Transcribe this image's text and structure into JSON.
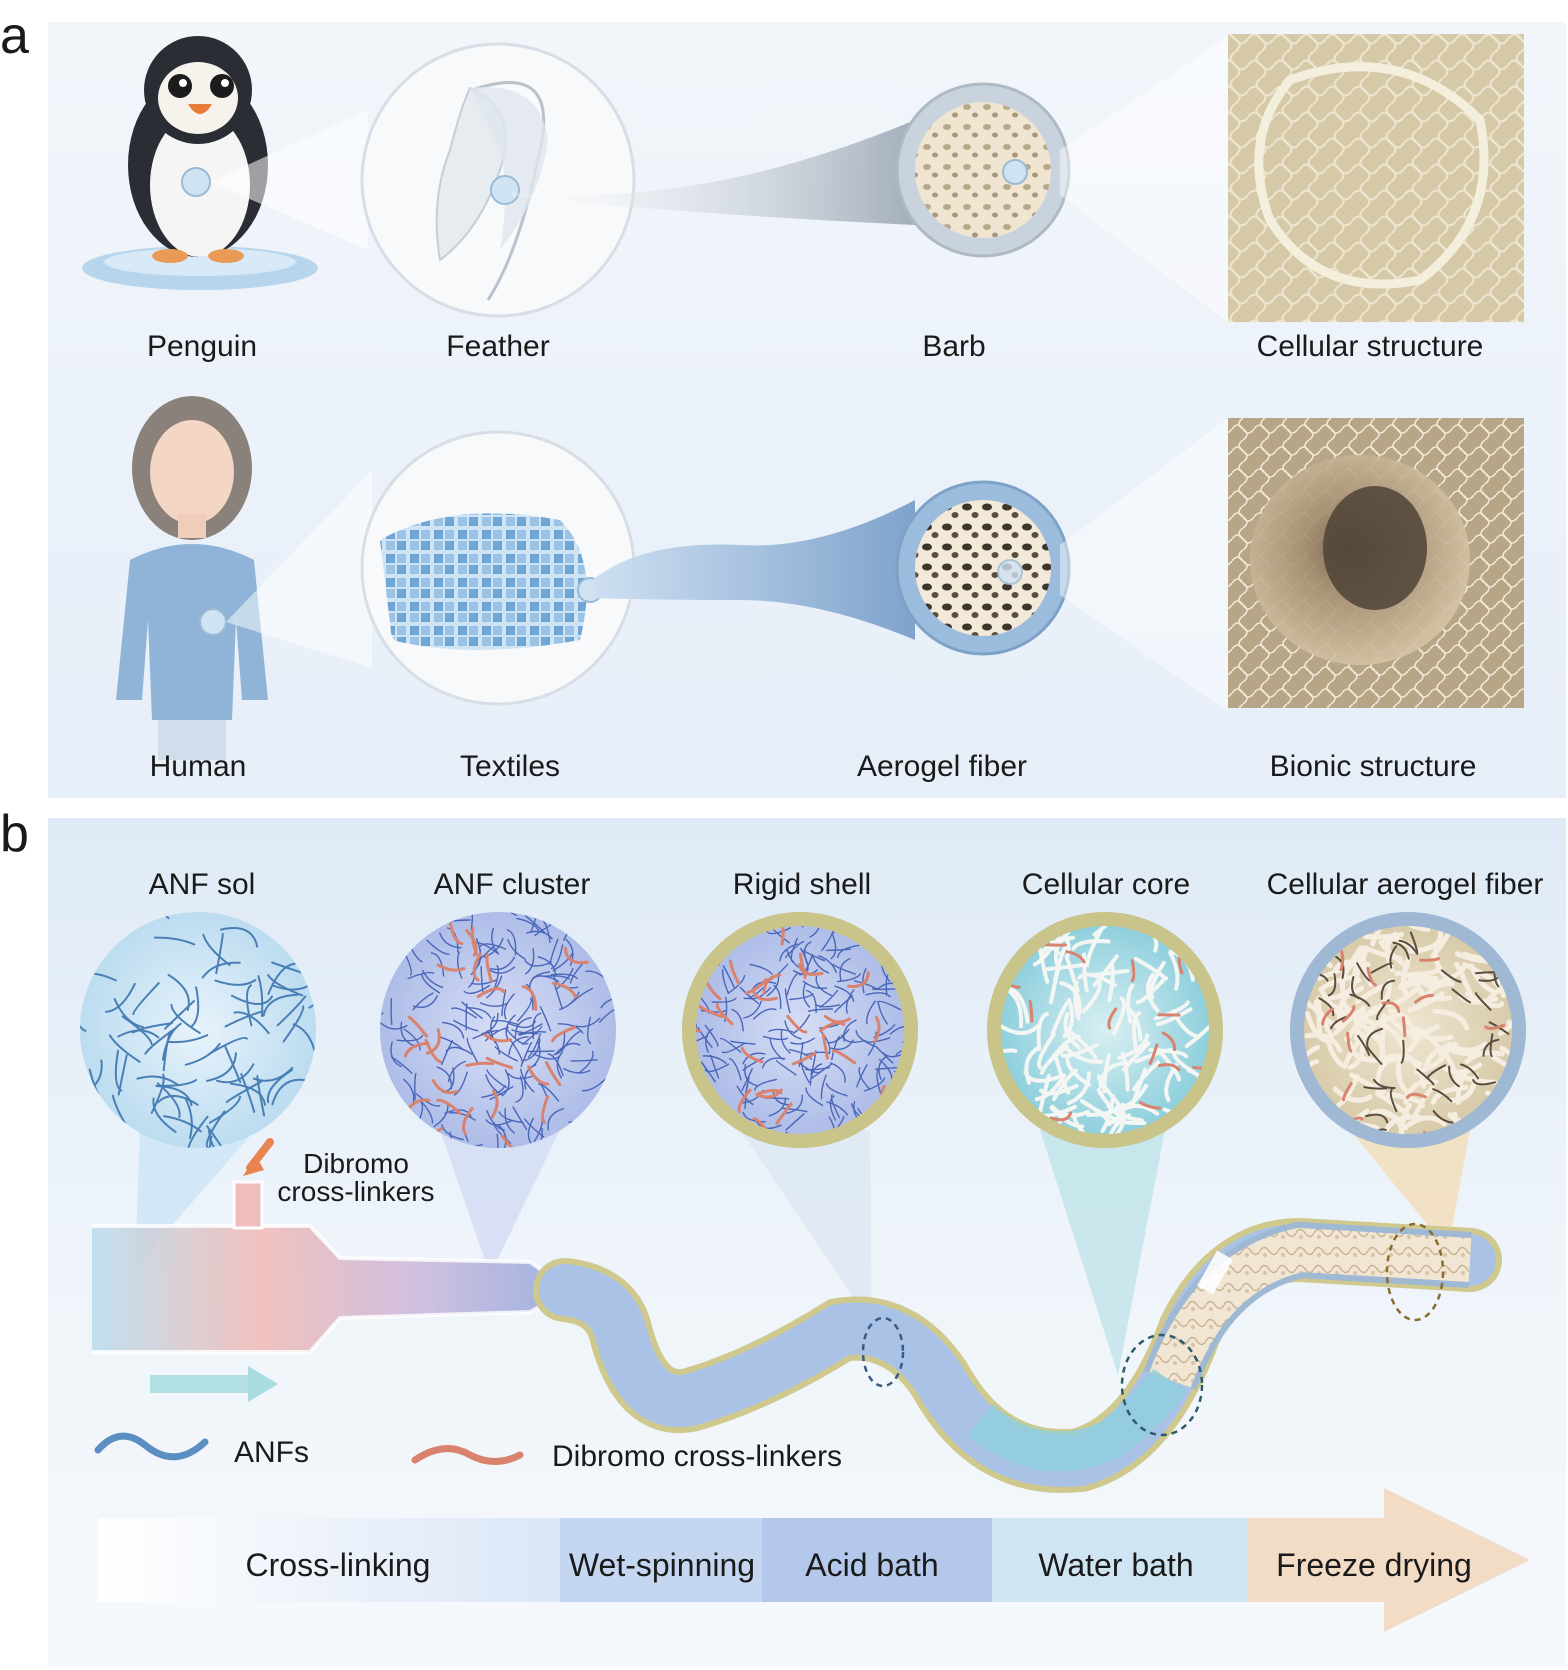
{
  "panel_a": {
    "letter": "a",
    "row1": {
      "penguin": "Penguin",
      "feather": "Feather",
      "barb": "Barb",
      "cellular": "Cellular structure"
    },
    "row2": {
      "human": "Human",
      "textiles": "Textiles",
      "aerogel": "Aerogel fiber",
      "bionic": "Bionic structure"
    }
  },
  "panel_b": {
    "letter": "b",
    "steps": [
      "ANF sol",
      "ANF cluster",
      "Rigid shell",
      "Cellular core",
      "Cellular aerogel fiber"
    ],
    "crosslinker_note": [
      "Dibromo",
      "cross-linkers"
    ],
    "legend": {
      "anf": "ANFs",
      "crosslinker": "Dibromo cross-linkers"
    },
    "stages": [
      "Cross-linking",
      "Wet-spinning",
      "Acid bath",
      "Water bath",
      "Freeze drying"
    ]
  },
  "colors": {
    "panel_bg": "#eef4fa",
    "fiber_blue": "#8fb3d9",
    "crosslinker_red": "#d9826e",
    "shell_yellow": "#c9c48a",
    "aerogel_beige": "#e6dcc6",
    "stage_crosslinking": "#dbe6f6",
    "stage_wetspinning": "#c5d6f0",
    "stage_acid": "#b3c8ea",
    "stage_water": "#cfe6f2",
    "stage_freeze": "#f3dcc6"
  }
}
